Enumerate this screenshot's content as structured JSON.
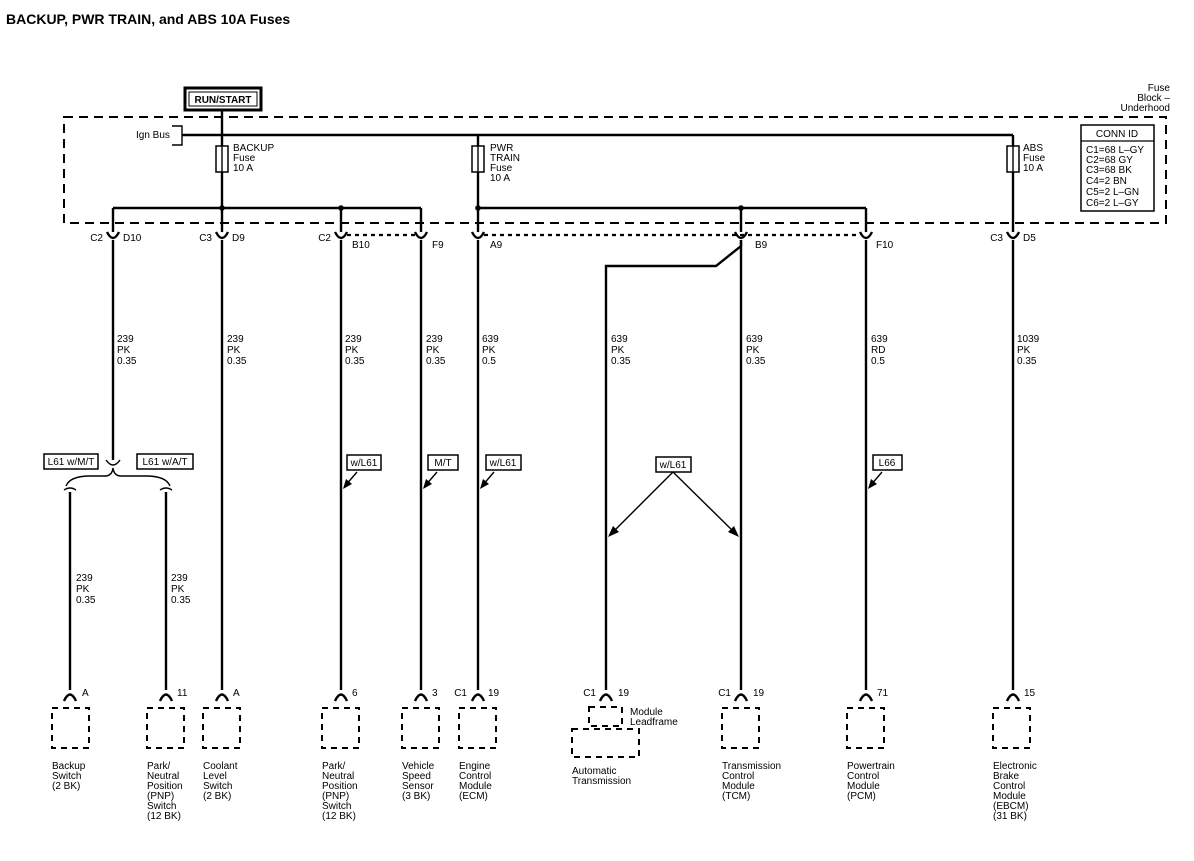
{
  "title": "BACKUP, PWR TRAIN, and ABS 10A Fuses",
  "power_source": "RUN/START",
  "bus_label": "Ign Bus",
  "fuse_block_label": [
    "Fuse",
    "Block –",
    "Underhood"
  ],
  "fuses": [
    {
      "lines": [
        "BACKUP",
        "Fuse",
        "10 A"
      ]
    },
    {
      "lines": [
        "PWR",
        "TRAIN",
        "Fuse",
        "10 A"
      ]
    },
    {
      "lines": [
        "ABS",
        "Fuse",
        "10 A"
      ]
    }
  ],
  "conn_id": {
    "title": "CONN ID",
    "rows": [
      "C1=68 L–GY",
      "C2=68 GY",
      "C3=68 BK",
      "C4=2 BN",
      "C5=2 L–GN",
      "C6=2 L–GY"
    ]
  },
  "fuse_block_pins": [
    {
      "conn": "C2",
      "pin": "D10"
    },
    {
      "conn": "C3",
      "pin": "D9"
    },
    {
      "conn": "C2",
      "pin": "B10"
    },
    {
      "conn": "",
      "pin": "F9"
    },
    {
      "conn": "",
      "pin": "A9"
    },
    {
      "conn": "",
      "pin": "B9"
    },
    {
      "conn": "",
      "pin": "F10"
    },
    {
      "conn": "C3",
      "pin": "D5"
    }
  ],
  "wire_specs": [
    [
      "239",
      "PK",
      "0.35"
    ],
    [
      "239",
      "PK",
      "0.35"
    ],
    [
      "239",
      "PK",
      "0.35"
    ],
    [
      "239",
      "PK",
      "0.35"
    ],
    [
      "639",
      "PK",
      "0.5"
    ],
    [
      "639",
      "PK",
      "0.35"
    ],
    [
      "639",
      "PK",
      "0.35"
    ],
    [
      "639",
      "RD",
      "0.5"
    ],
    [
      "1039",
      "PK",
      "0.35"
    ]
  ],
  "branch_wire_specs": [
    [
      "239",
      "PK",
      "0.35"
    ],
    [
      "239",
      "PK",
      "0.35"
    ]
  ],
  "option_labels": [
    "L61 w/M/T",
    "L61 w/A/T",
    "w/L61",
    "M/T",
    "w/L61",
    "w/L61",
    "L66"
  ],
  "component_pins": [
    {
      "conn": "",
      "pin": "A"
    },
    {
      "conn": "",
      "pin": "11"
    },
    {
      "conn": "",
      "pin": "A"
    },
    {
      "conn": "",
      "pin": "6"
    },
    {
      "conn": "",
      "pin": "3"
    },
    {
      "conn": "C1",
      "pin": "19"
    },
    {
      "conn": "C1",
      "pin": "19"
    },
    {
      "conn": "C1",
      "pin": "19"
    },
    {
      "conn": "",
      "pin": "71"
    },
    {
      "conn": "",
      "pin": "15"
    }
  ],
  "module_leadframe": [
    "Module",
    "Leadframe"
  ],
  "components": [
    {
      "lines": [
        "Backup",
        "Switch",
        "(2 BK)"
      ]
    },
    {
      "lines": [
        "Park/",
        "Neutral",
        "Position",
        "(PNP)",
        "Switch",
        "(12 BK)"
      ]
    },
    {
      "lines": [
        "Coolant",
        "Level",
        "Switch",
        "(2 BK)"
      ]
    },
    {
      "lines": [
        "Park/",
        "Neutral",
        "Position",
        "(PNP)",
        "Switch",
        "(12 BK)"
      ]
    },
    {
      "lines": [
        "Vehicle",
        "Speed",
        "Sensor",
        "(3 BK)"
      ]
    },
    {
      "lines": [
        "Engine",
        "Control",
        "Module",
        "(ECM)"
      ]
    },
    {
      "lines": [
        "Automatic",
        "Transmission"
      ]
    },
    {
      "lines": [
        "Transmission",
        "Control",
        "Module",
        "(TCM)"
      ]
    },
    {
      "lines": [
        "Powertrain",
        "Control",
        "Module",
        "(PCM)"
      ]
    },
    {
      "lines": [
        "Electronic",
        "Brake",
        "Control",
        "Module",
        "(EBCM)",
        "(31 BK)"
      ]
    }
  ]
}
